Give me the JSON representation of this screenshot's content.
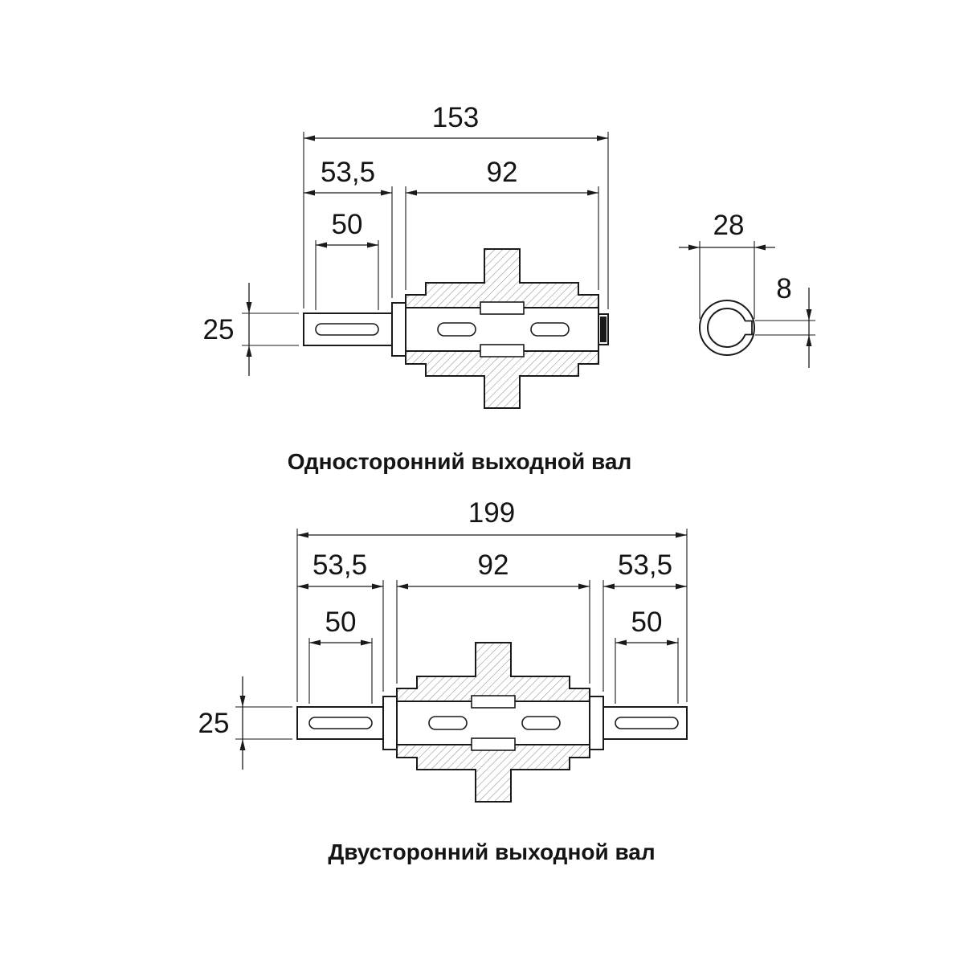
{
  "colors": {
    "line": "#1a1a1a",
    "hatch": "#8f8f8f",
    "background": "#ffffff"
  },
  "single_view": {
    "caption": "Односторонний выходной вал",
    "dims": {
      "overall_length": "153",
      "hub_to_end": "53,5",
      "body_width": "92",
      "keyway_length": "50",
      "shaft_diameter": "25"
    }
  },
  "end_view": {
    "shaft_diameter": "28",
    "keyway_width": "8"
  },
  "double_view": {
    "caption": "Двусторонний выходной вал",
    "dims": {
      "overall_length": "199",
      "hub_to_end_left": "53,5",
      "body_width": "92",
      "hub_to_end_right": "53,5",
      "keyway_length_left": "50",
      "keyway_length_right": "50",
      "shaft_diameter": "25"
    }
  }
}
